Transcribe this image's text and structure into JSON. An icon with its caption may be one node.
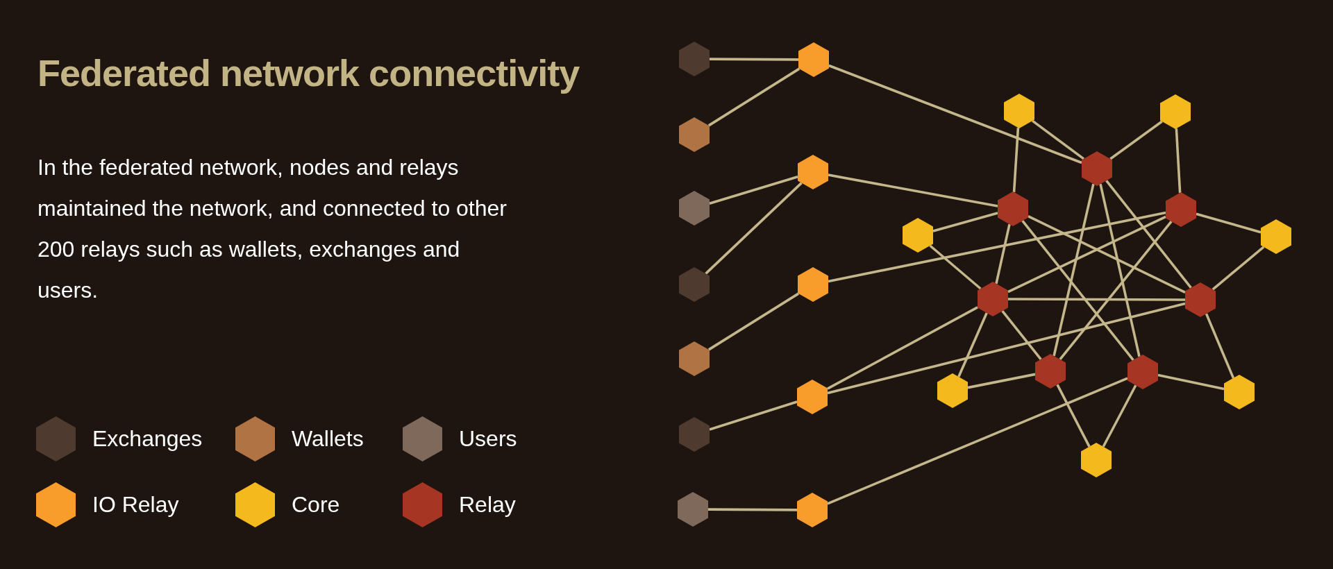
{
  "diagram": {
    "title": "Federated network connectivity",
    "nodes": [
      {
        "text": [],
        "shape": "hexagon"
      },
      {
        "text": [],
        "shape": "hexagon"
      },
      {
        "text": [],
        "shape": "hexagon"
      },
      {
        "text": [],
        "shape": "hexagon"
      },
      {
        "text": [],
        "shape": "hexagon"
      },
      {
        "text": [],
        "shape": "hexagon"
      },
      {
        "text": [],
        "shape": "hexagon"
      },
      {
        "text": [],
        "shape": "hexagon"
      },
      {
        "text": [],
        "shape": "hexagon"
      },
      {
        "text": [],
        "shape": "hexagon"
      },
      {
        "text": [],
        "shape": "hexagon"
      },
      {
        "text": [],
        "shape": "hexagon"
      },
      {
        "text": [],
        "shape": "hexagon"
      },
      {
        "text": [],
        "shape": "hexagon"
      },
      {
        "text": [],
        "shape": "hexagon"
      },
      {
        "text": [],
        "shape": "hexagon"
      },
      {
        "text": [],
        "shape": "hexagon"
      },
      {
        "text": [],
        "shape": "hexagon"
      },
      {
        "text": [],
        "shape": "hexagon"
      },
      {
        "text": [],
        "shape": "hexagon"
      },
      {
        "text": [],
        "shape": "hexagon"
      },
      {
        "text": [],
        "shape": "hexagon"
      },
      {
        "text": [],
        "shape": "hexagon"
      },
      {
        "text": [],
        "shape": "hexagon"
      },
      {
        "text": [],
        "shape": "hexagon"
      },
      {
        "text": [],
        "shape": "hexagon"
      }
    ],
    "edges": [
      {
        "from": 0,
        "to": 7,
        "arrow": "none"
      },
      {
        "from": 1,
        "to": 7,
        "arrow": "none"
      },
      {
        "from": 7,
        "to": 14,
        "arrow": "none"
      },
      {
        "from": 2,
        "to": 8,
        "arrow": "none"
      },
      {
        "from": 3,
        "to": 8,
        "arrow": "none"
      },
      {
        "from": 8,
        "to": 15,
        "arrow": "none"
      },
      {
        "from": 4,
        "to": 9,
        "arrow": "none"
      },
      {
        "from": 9,
        "to": 16,
        "arrow": "none"
      },
      {
        "from": 5,
        "to": 10,
        "arrow": "none"
      },
      {
        "from": 10,
        "to": 19,
        "arrow": "none"
      },
      {
        "from": 10,
        "to": 20,
        "arrow": "none"
      },
      {
        "from": 6,
        "to": 11,
        "arrow": "none"
      },
      {
        "from": 11,
        "to": 22,
        "arrow": "none"
      },
      {
        "from": 12,
        "to": 15,
        "arrow": "none"
      },
      {
        "from": 12,
        "to": 14,
        "arrow": "none"
      },
      {
        "from": 13,
        "to": 14,
        "arrow": "none"
      },
      {
        "from": 13,
        "to": 16,
        "arrow": "none"
      },
      {
        "from": 17,
        "to": 15,
        "arrow": "none"
      },
      {
        "from": 17,
        "to": 19,
        "arrow": "none"
      },
      {
        "from": 18,
        "to": 16,
        "arrow": "none"
      },
      {
        "from": 18,
        "to": 20,
        "arrow": "none"
      },
      {
        "from": 23,
        "to": 19,
        "arrow": "none"
      },
      {
        "from": 23,
        "to": 21,
        "arrow": "none"
      },
      {
        "from": 24,
        "to": 20,
        "arrow": "none"
      },
      {
        "from": 24,
        "to": 22,
        "arrow": "none"
      },
      {
        "from": 25,
        "to": 21,
        "arrow": "none"
      },
      {
        "from": 25,
        "to": 22,
        "arrow": "none"
      },
      {
        "from": 14,
        "to": 20,
        "arrow": "none"
      },
      {
        "from": 14,
        "to": 21,
        "arrow": "none"
      },
      {
        "from": 14,
        "to": 22,
        "arrow": "none"
      },
      {
        "from": 15,
        "to": 19,
        "arrow": "none"
      },
      {
        "from": 15,
        "to": 20,
        "arrow": "none"
      },
      {
        "from": 15,
        "to": 22,
        "arrow": "none"
      },
      {
        "from": 16,
        "to": 19,
        "arrow": "none"
      },
      {
        "from": 16,
        "to": 21,
        "arrow": "none"
      },
      {
        "from": 19,
        "to": 20,
        "arrow": "none"
      },
      {
        "from": 19,
        "to": 21,
        "arrow": "none"
      }
    ],
    "labels": [
      "In the federated network, nodes and relays maintained the network, and connected to other 200 relays such as wallets, exchanges and users."
    ],
    "legend": [
      {
        "text": "Exchanges",
        "color": "#4f3a2f"
      },
      {
        "text": "Wallets",
        "color": "#b07444"
      },
      {
        "text": "Users",
        "color": "#7f695b"
      },
      {
        "text": "IO Relay",
        "color": "#f89c2b"
      },
      {
        "text": "Core",
        "color": "#f3b91d"
      },
      {
        "text": "Relay",
        "color": "#a63523"
      }
    ]
  }
}
